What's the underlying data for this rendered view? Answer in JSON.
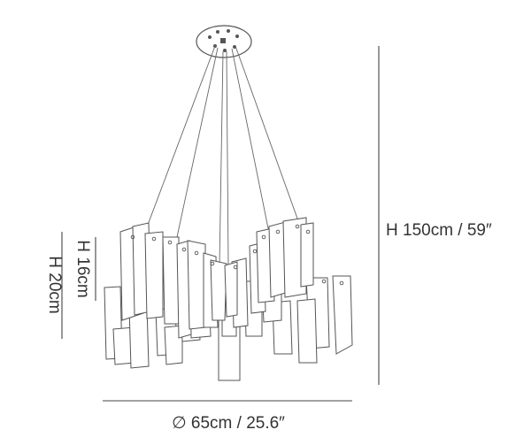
{
  "dimensions": {
    "total_height": "H 150cm / 59″",
    "body_height_inner": "H 16cm",
    "body_height_outer": "H 20cm",
    "diameter": "∅ 65cm / 25.6″"
  },
  "colors": {
    "line": "#555555",
    "dimension_line": "#444444",
    "text": "#333333"
  }
}
